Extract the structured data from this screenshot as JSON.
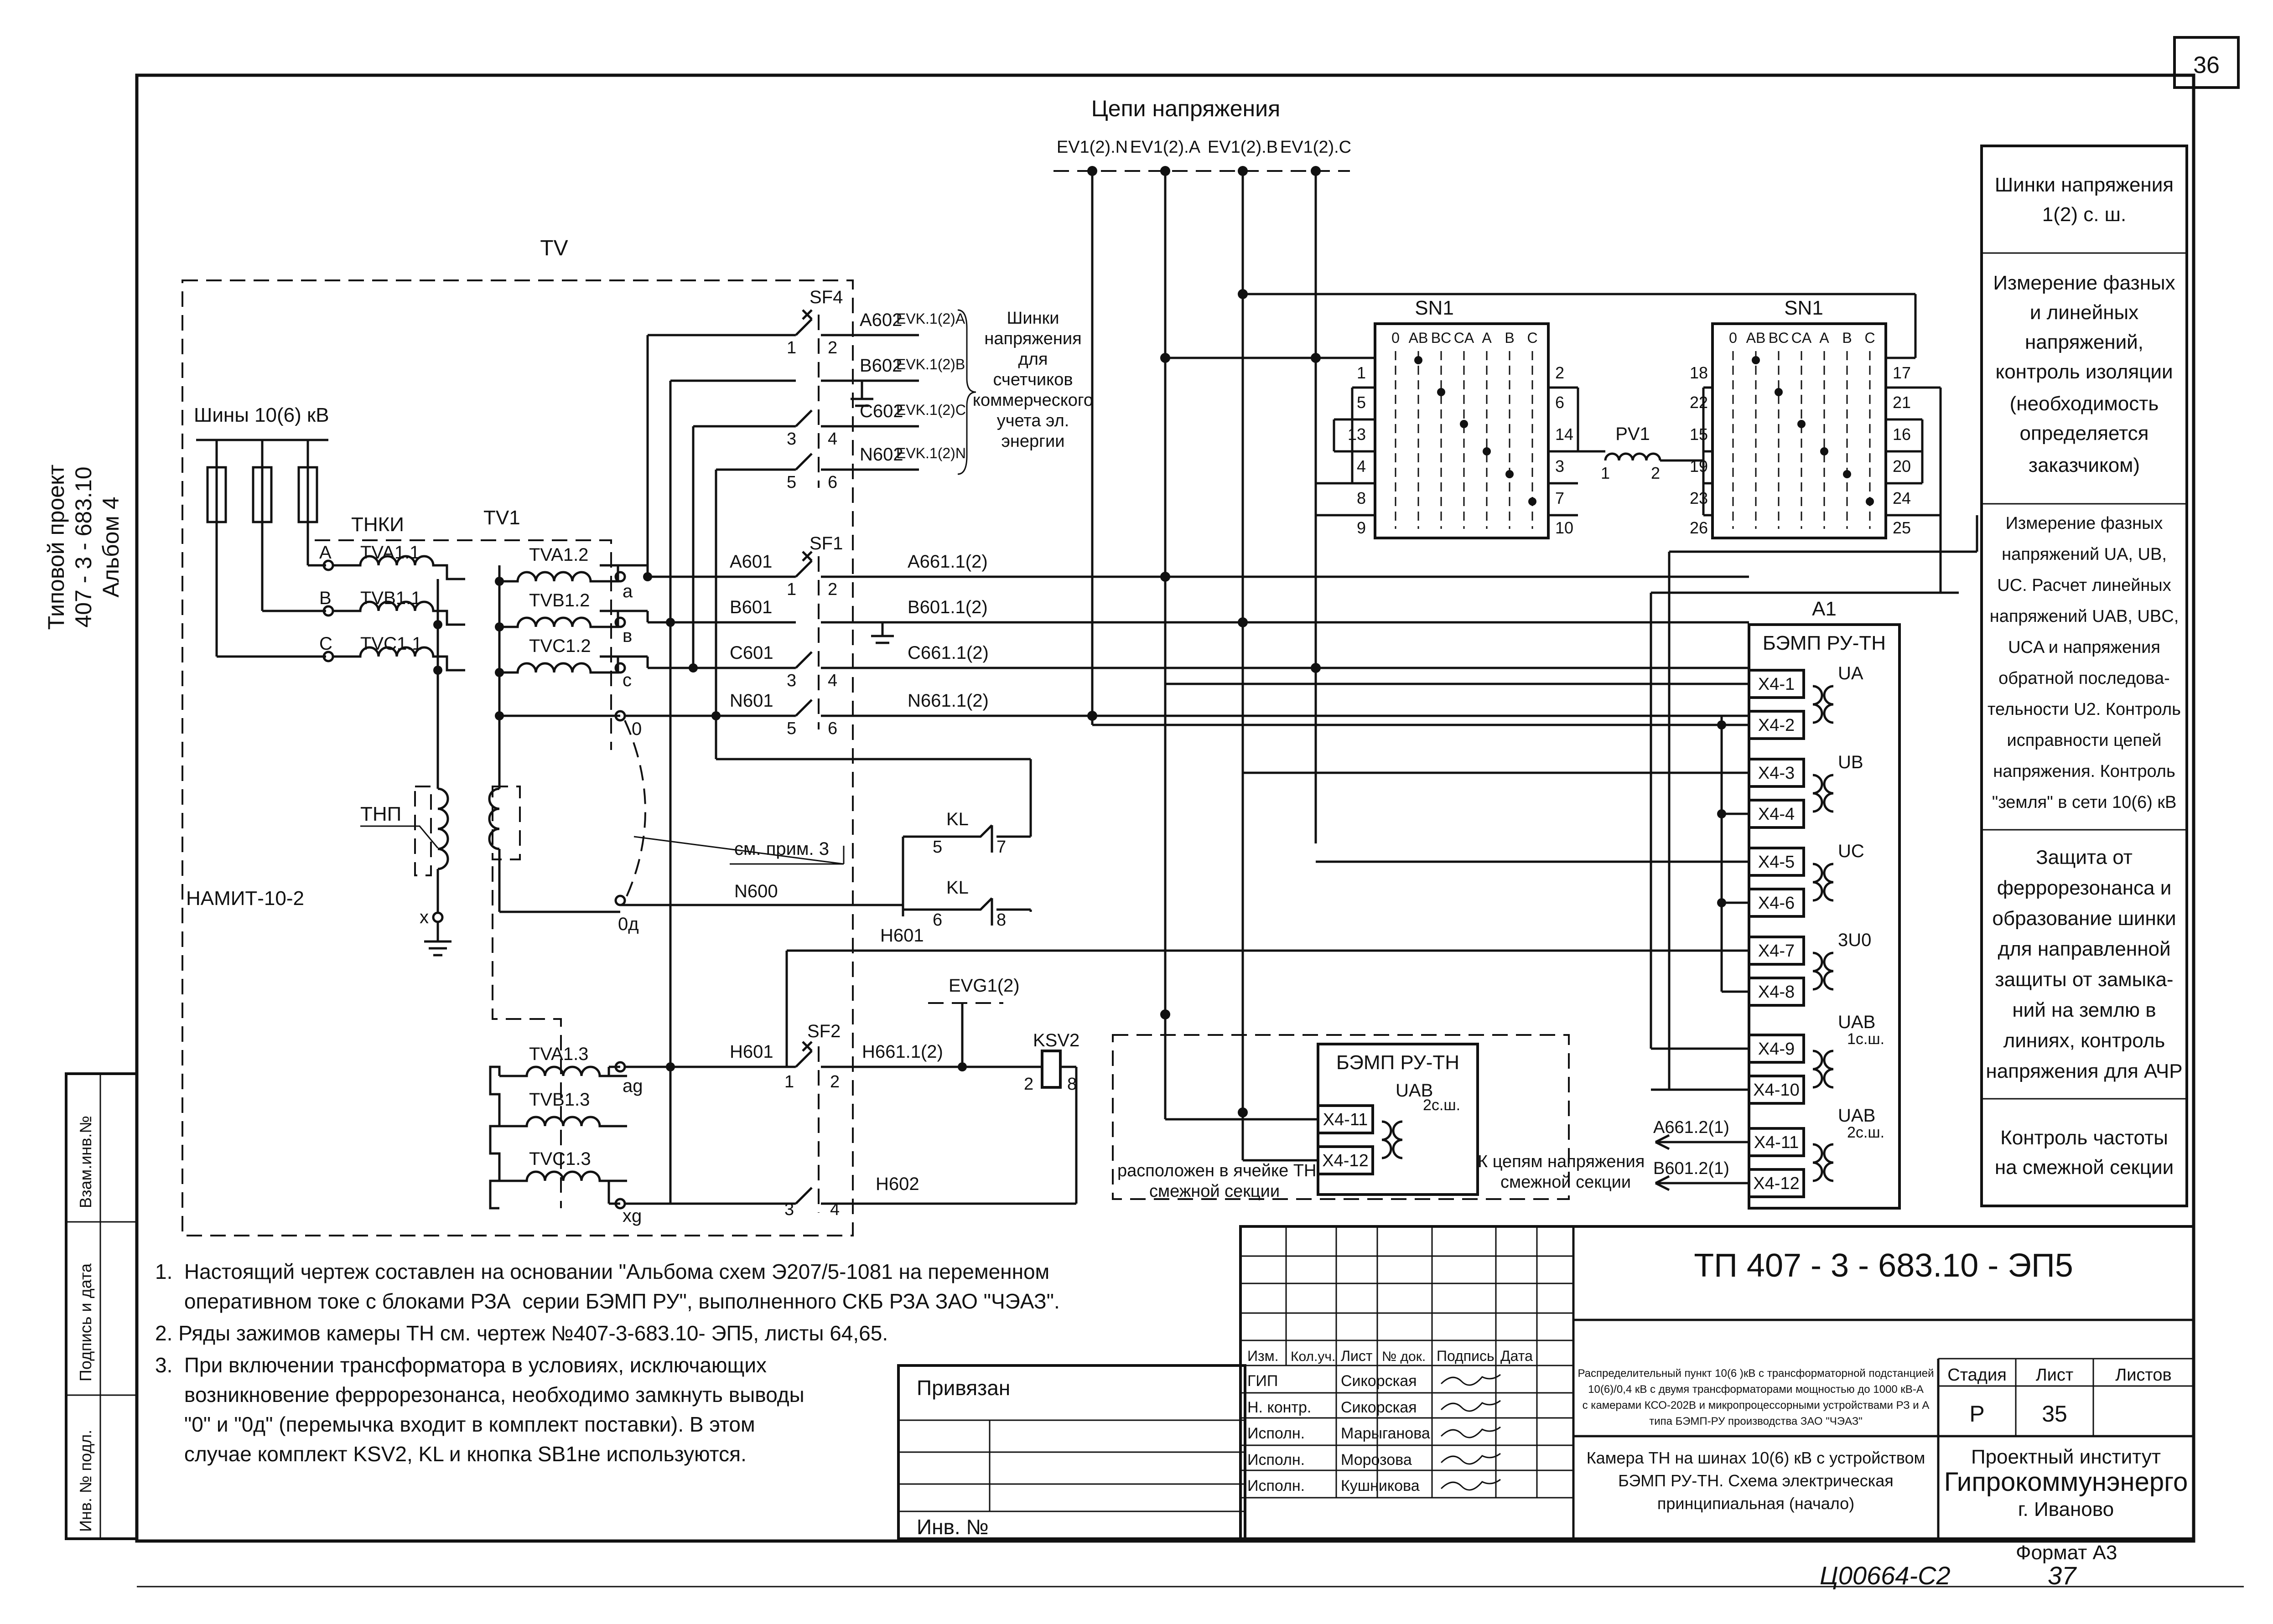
{
  "sheet_number": "36",
  "side_stamp": [
    "Типовой проект",
    "407 - 3 - 683.10",
    "Альбом 4"
  ],
  "left_strip": [
    "Взам.инв.№",
    "Подпись и дата",
    "Инв. № подл."
  ],
  "bus_title": "Цепи напряжения",
  "bus_labels": [
    "EV1(2).N",
    "EV1(2).A",
    "EV1(2).B",
    "EV1(2).C"
  ],
  "tv_label": "TV",
  "tv1_label": "TV1",
  "buses_label": "Шины 10(6) кВ",
  "thki_label": "ТНКИ",
  "thp_label": "ТНП",
  "namit_label": "НАМИТ-10-2",
  "phases": [
    "A",
    "B",
    "C"
  ],
  "windings1": [
    "TVA1.1",
    "TVB1.1",
    "TVC1.1"
  ],
  "windings2": [
    "TVA1.2",
    "TVB1.2",
    "TVC1.2"
  ],
  "windings3": [
    "TVA1.3",
    "TVB1.3",
    "TVC1.3"
  ],
  "taps": [
    "a",
    "в",
    "с",
    "0",
    "0д",
    "ag",
    "xg",
    "x"
  ],
  "sf4": {
    "name": "SF4",
    "pins": [
      "1",
      "2",
      "3",
      "4",
      "5",
      "6"
    ],
    "wires": [
      "A602",
      "B602",
      "C602",
      "N602"
    ],
    "ev_labels": [
      "EVK.1(2)A",
      "EVK.1(2)B",
      "EVK.1(2)C",
      "EVK.1(2)N"
    ]
  },
  "meter_bus_note": [
    "Шинки",
    "напряжения",
    "для",
    "счетчиков",
    "коммерческого",
    "учета эл.",
    "энергии"
  ],
  "sf1": {
    "name": "SF1",
    "pins": [
      "1",
      "2",
      "3",
      "4",
      "5",
      "6"
    ],
    "in_wires": [
      "A601",
      "B601",
      "C601",
      "N601"
    ],
    "out_wires": [
      "A661.1(2)",
      "B601.1(2)",
      "C661.1(2)",
      "N661.1(2)"
    ]
  },
  "sn1_left": {
    "name": "SN1",
    "cols": [
      "0",
      "AB",
      "BC",
      "CA",
      "A",
      "B",
      "C"
    ],
    "left_pins": [
      "1",
      "5",
      "13",
      "4",
      "8",
      "9"
    ],
    "right_pins": [
      "2",
      "6",
      "14",
      "3",
      "7",
      "10"
    ]
  },
  "sn1_right": {
    "name": "SN1",
    "cols": [
      "0",
      "AB",
      "BC",
      "CA",
      "A",
      "B",
      "C"
    ],
    "left_pins": [
      "18",
      "22",
      "15",
      "19",
      "23",
      "26"
    ],
    "right_pins": [
      "17",
      "21",
      "16",
      "20",
      "24",
      "25"
    ]
  },
  "pv1": {
    "name": "PV1",
    "pins": [
      "1",
      "2"
    ]
  },
  "a1": {
    "name": "A1",
    "title": "БЭМП РУ-ТН",
    "terminals": [
      "X4-1",
      "X4-2",
      "X4-3",
      "X4-4",
      "X4-5",
      "X4-6",
      "X4-7",
      "X4-8",
      "X4-9",
      "X4-10",
      "X4-11",
      "X4-12"
    ],
    "groups": [
      "UA",
      "UB",
      "UC",
      "3U0",
      "UAB",
      "1с.ш.",
      "UAB",
      "2с.ш."
    ]
  },
  "kl": {
    "name": "KL",
    "contacts1": [
      "5",
      "7"
    ],
    "contacts2": [
      "6",
      "8"
    ]
  },
  "note_ref": "см. прим. 3",
  "n600": "N600",
  "h601a": "H601",
  "sf2": {
    "name": "SF2",
    "pins": [
      "1",
      "2",
      "3",
      "4"
    ],
    "wires_in": [
      "H601"
    ],
    "wires_out": [
      "H661.1(2)",
      "H602"
    ]
  },
  "evg": "EVG1(2)",
  "ksv2": {
    "name": "KSV2",
    "pins": [
      "2",
      "8"
    ]
  },
  "adj_box": {
    "title": "БЭМП РУ-ТН",
    "uab": "UAB",
    "sec": "2с.ш.",
    "terminals": [
      "X4-11",
      "X4-12"
    ],
    "caption": [
      "расположен в ячейке ТН",
      "смежной секции"
    ]
  },
  "adj_circuits": {
    "caption": [
      "К цепям напряжения",
      "смежной секции"
    ],
    "wires": [
      "A661.2(1)",
      "B601.2(1)"
    ]
  },
  "right_table": [
    [
      "Шинки напряжения",
      "1(2) с. ш."
    ],
    [
      "Измерение фазных",
      "и линейных",
      "напряжений,",
      "контроль изоляции",
      "(необходимость",
      "определяется",
      "заказчиком)"
    ],
    [
      "Измерение фазных",
      "напряжений UA, UB,",
      "UC. Расчет линейных",
      "напряжений UAB, UBC,",
      "UCA и напряжения",
      "обратной последова-",
      "тельности U2. Контроль",
      "исправности цепей",
      "напряжения. Контроль",
      "\"земля\" в сети 10(6) кВ"
    ],
    [
      "Защита от",
      "феррорезонанса и",
      "образование шинки",
      "для направленной",
      "защиты от замыка-",
      "ний на землю в",
      "линиях, контроль",
      "напряжения для АЧР"
    ],
    [
      "Контроль частоты",
      "на смежной секции"
    ]
  ],
  "notes": [
    "1.  Настоящий чертеж составлен на основании \"Альбома схем Э207/5-1081 на переменном",
    "     оперативном токе с блоками РЗА  серии БЭМП РУ\", выполненного СКБ РЗА ЗАО \"ЧЭАЗ\".",
    "2. Ряды зажимов камеры ТН см. чертеж №407-3-683.10- ЭП5, листы 64,65.",
    "3.  При включении трансформатора в условиях, исключающих",
    "     возникновение феррорезонанса, необходимо замкнуть выводы",
    "     \"0\" и \"0д\" (перемычка входит в комплект поставки). В этом",
    "     случае комплект KSV2, KL и кнопка SB1не используются."
  ],
  "binding": {
    "privyazan": "Привязан",
    "inv": "Инв. №"
  },
  "title_block": {
    "code": "ТП  407 - 3 - 683.10 - ЭП5",
    "headers": [
      "Изм.",
      "Кол.уч.",
      "Лист",
      "№ док.",
      "Подпись",
      "Дата"
    ],
    "roles": [
      "ГИП",
      "Н. контр.",
      "Исполн.",
      "Исполн.",
      "Исполн."
    ],
    "names": [
      "Сикорская",
      "Сикорская",
      "Марыганова",
      "Морозова",
      "Кушникова"
    ],
    "project": [
      "Распределительный пункт 10(6 )кВ с трансформаторной подстанцией",
      "10(6)/0,4 кВ с двумя трансформаторами мощностью до 1000 кВ-А",
      "с камерами КСО-202В и микропроцессорными устройствами РЗ и А",
      "типа БЭМП-РУ  производства ЗАО \"ЧЭАЗ\""
    ],
    "sheet_title": [
      "Камера ТН на шинах 10(6) кВ с устройством",
      "БЭМП РУ-ТН. Схема электрическая",
      "принципиальная (начало)"
    ],
    "stage_headers": [
      "Стадия",
      "Лист",
      "Листов"
    ],
    "stage": "Р",
    "sheet": "35",
    "institute": [
      "Проектный институт",
      "Гипрокоммунэнерго",
      "г. Иваново"
    ]
  },
  "format": "Формат А3",
  "handwritten": "Ц00664-С2",
  "page_handwritten": "37"
}
